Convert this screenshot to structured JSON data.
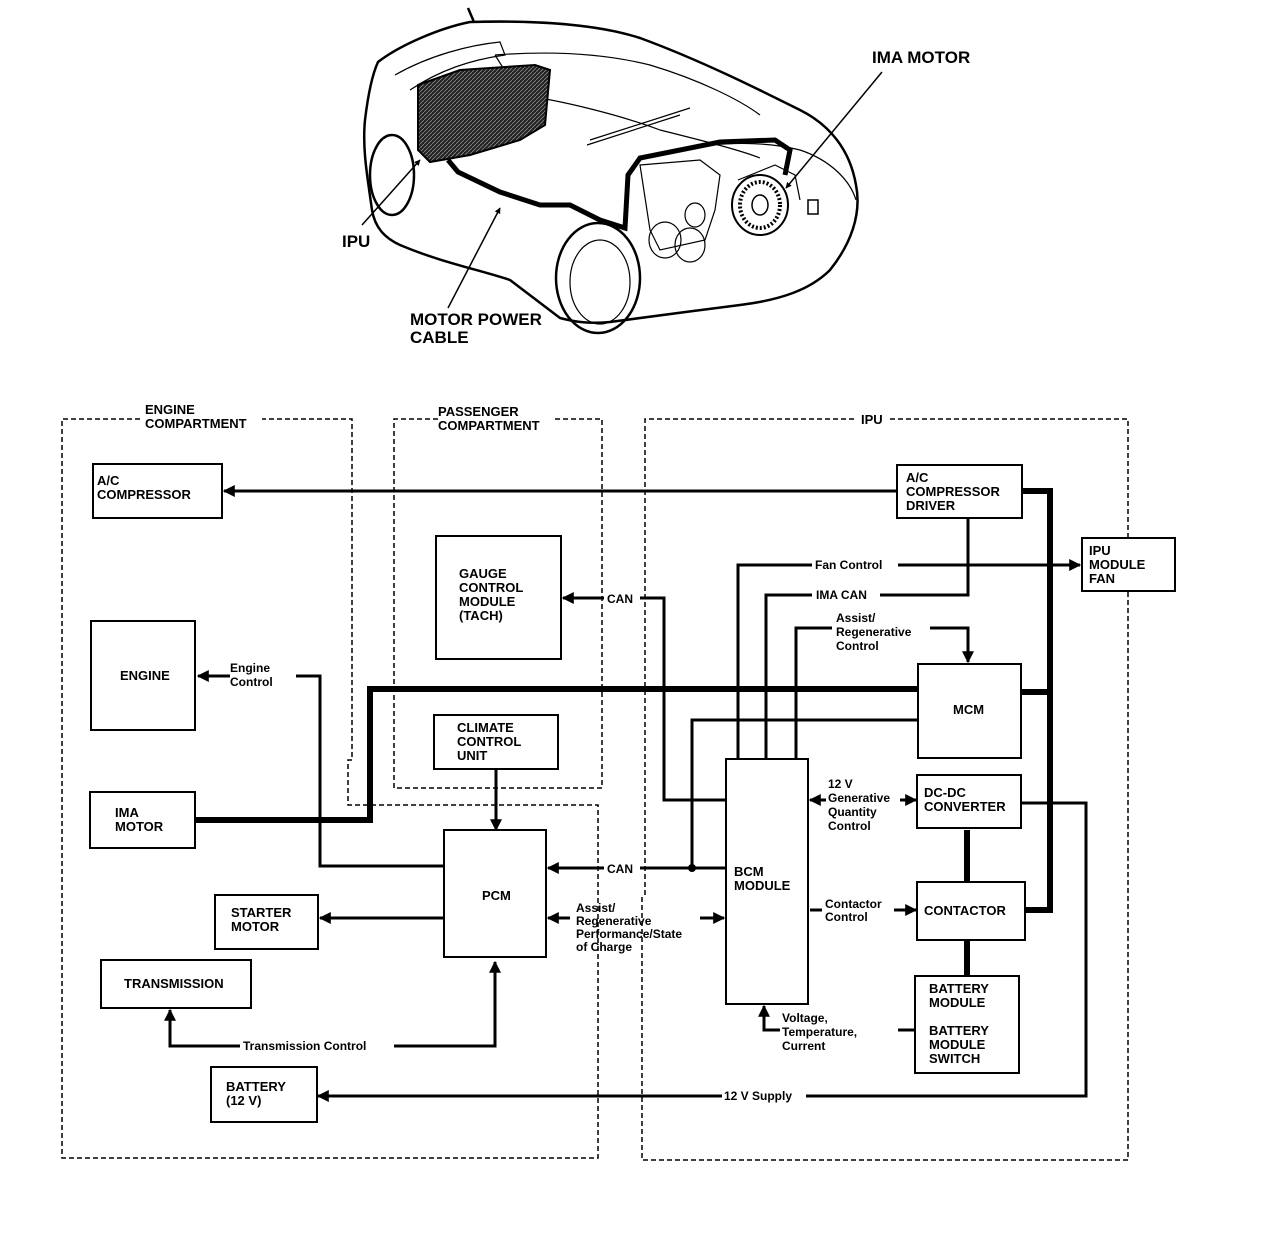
{
  "illustration": {
    "labels": {
      "ima_motor": "IMA MOTOR",
      "ipu": "IPU",
      "motor_power_cable_line1": "MOTOR POWER",
      "motor_power_cable_line2": "CABLE"
    }
  },
  "zones": {
    "engine": [
      "ENGINE",
      "COMPARTMENT"
    ],
    "passenger": [
      "PASSENGER",
      "COMPARTMENT"
    ],
    "ipu": "IPU"
  },
  "boxes": {
    "ac_compressor": [
      "A/C",
      "COMPRESSOR"
    ],
    "engine": [
      "ENGINE"
    ],
    "ima_motor": [
      "IMA",
      "MOTOR"
    ],
    "starter_motor": [
      "STARTER",
      "MOTOR"
    ],
    "transmission": [
      "TRANSMISSION"
    ],
    "battery_12v": [
      "BATTERY",
      "(12 V)"
    ],
    "gauge_control_module": [
      "GAUGE",
      "CONTROL",
      "MODULE",
      "(TACH)"
    ],
    "climate_control_unit": [
      "CLIMATE",
      "CONTROL",
      "UNIT"
    ],
    "pcm": [
      "PCM"
    ],
    "ac_compressor_driver": [
      "A/C",
      "COMPRESSOR",
      "DRIVER"
    ],
    "ipu_module_fan": [
      "IPU",
      "MODULE",
      "FAN"
    ],
    "mcm": [
      "MCM"
    ],
    "bcm_module": [
      "BCM",
      "MODULE"
    ],
    "dc_dc_converter": [
      "DC-DC",
      "CONVERTER"
    ],
    "contactor": [
      "CONTACTOR"
    ],
    "battery_module": [
      "BATTERY",
      "MODULE",
      "",
      "BATTERY",
      "MODULE",
      "SWITCH"
    ]
  },
  "signals": {
    "engine_control": [
      "Engine",
      "Control"
    ],
    "can_gauge": "CAN",
    "can_pcm": "CAN",
    "fan_control": "Fan Control",
    "ima_can": "IMA CAN",
    "assist_regen_control": [
      "Assist/",
      "Regenerative",
      "Control"
    ],
    "assist_regen_performance": [
      "Assist/",
      "Regenerative",
      "Performance/State",
      "of Charge"
    ],
    "generative_quantity": [
      "12 V",
      "Generative",
      "Quantity",
      "Control"
    ],
    "contactor_control": [
      "Contactor",
      "Control"
    ],
    "voltage_temp_current": [
      "Voltage,",
      "Temperature,",
      "Current"
    ],
    "transmission_control": "Transmission Control",
    "supply_12v": "12 V Supply"
  }
}
